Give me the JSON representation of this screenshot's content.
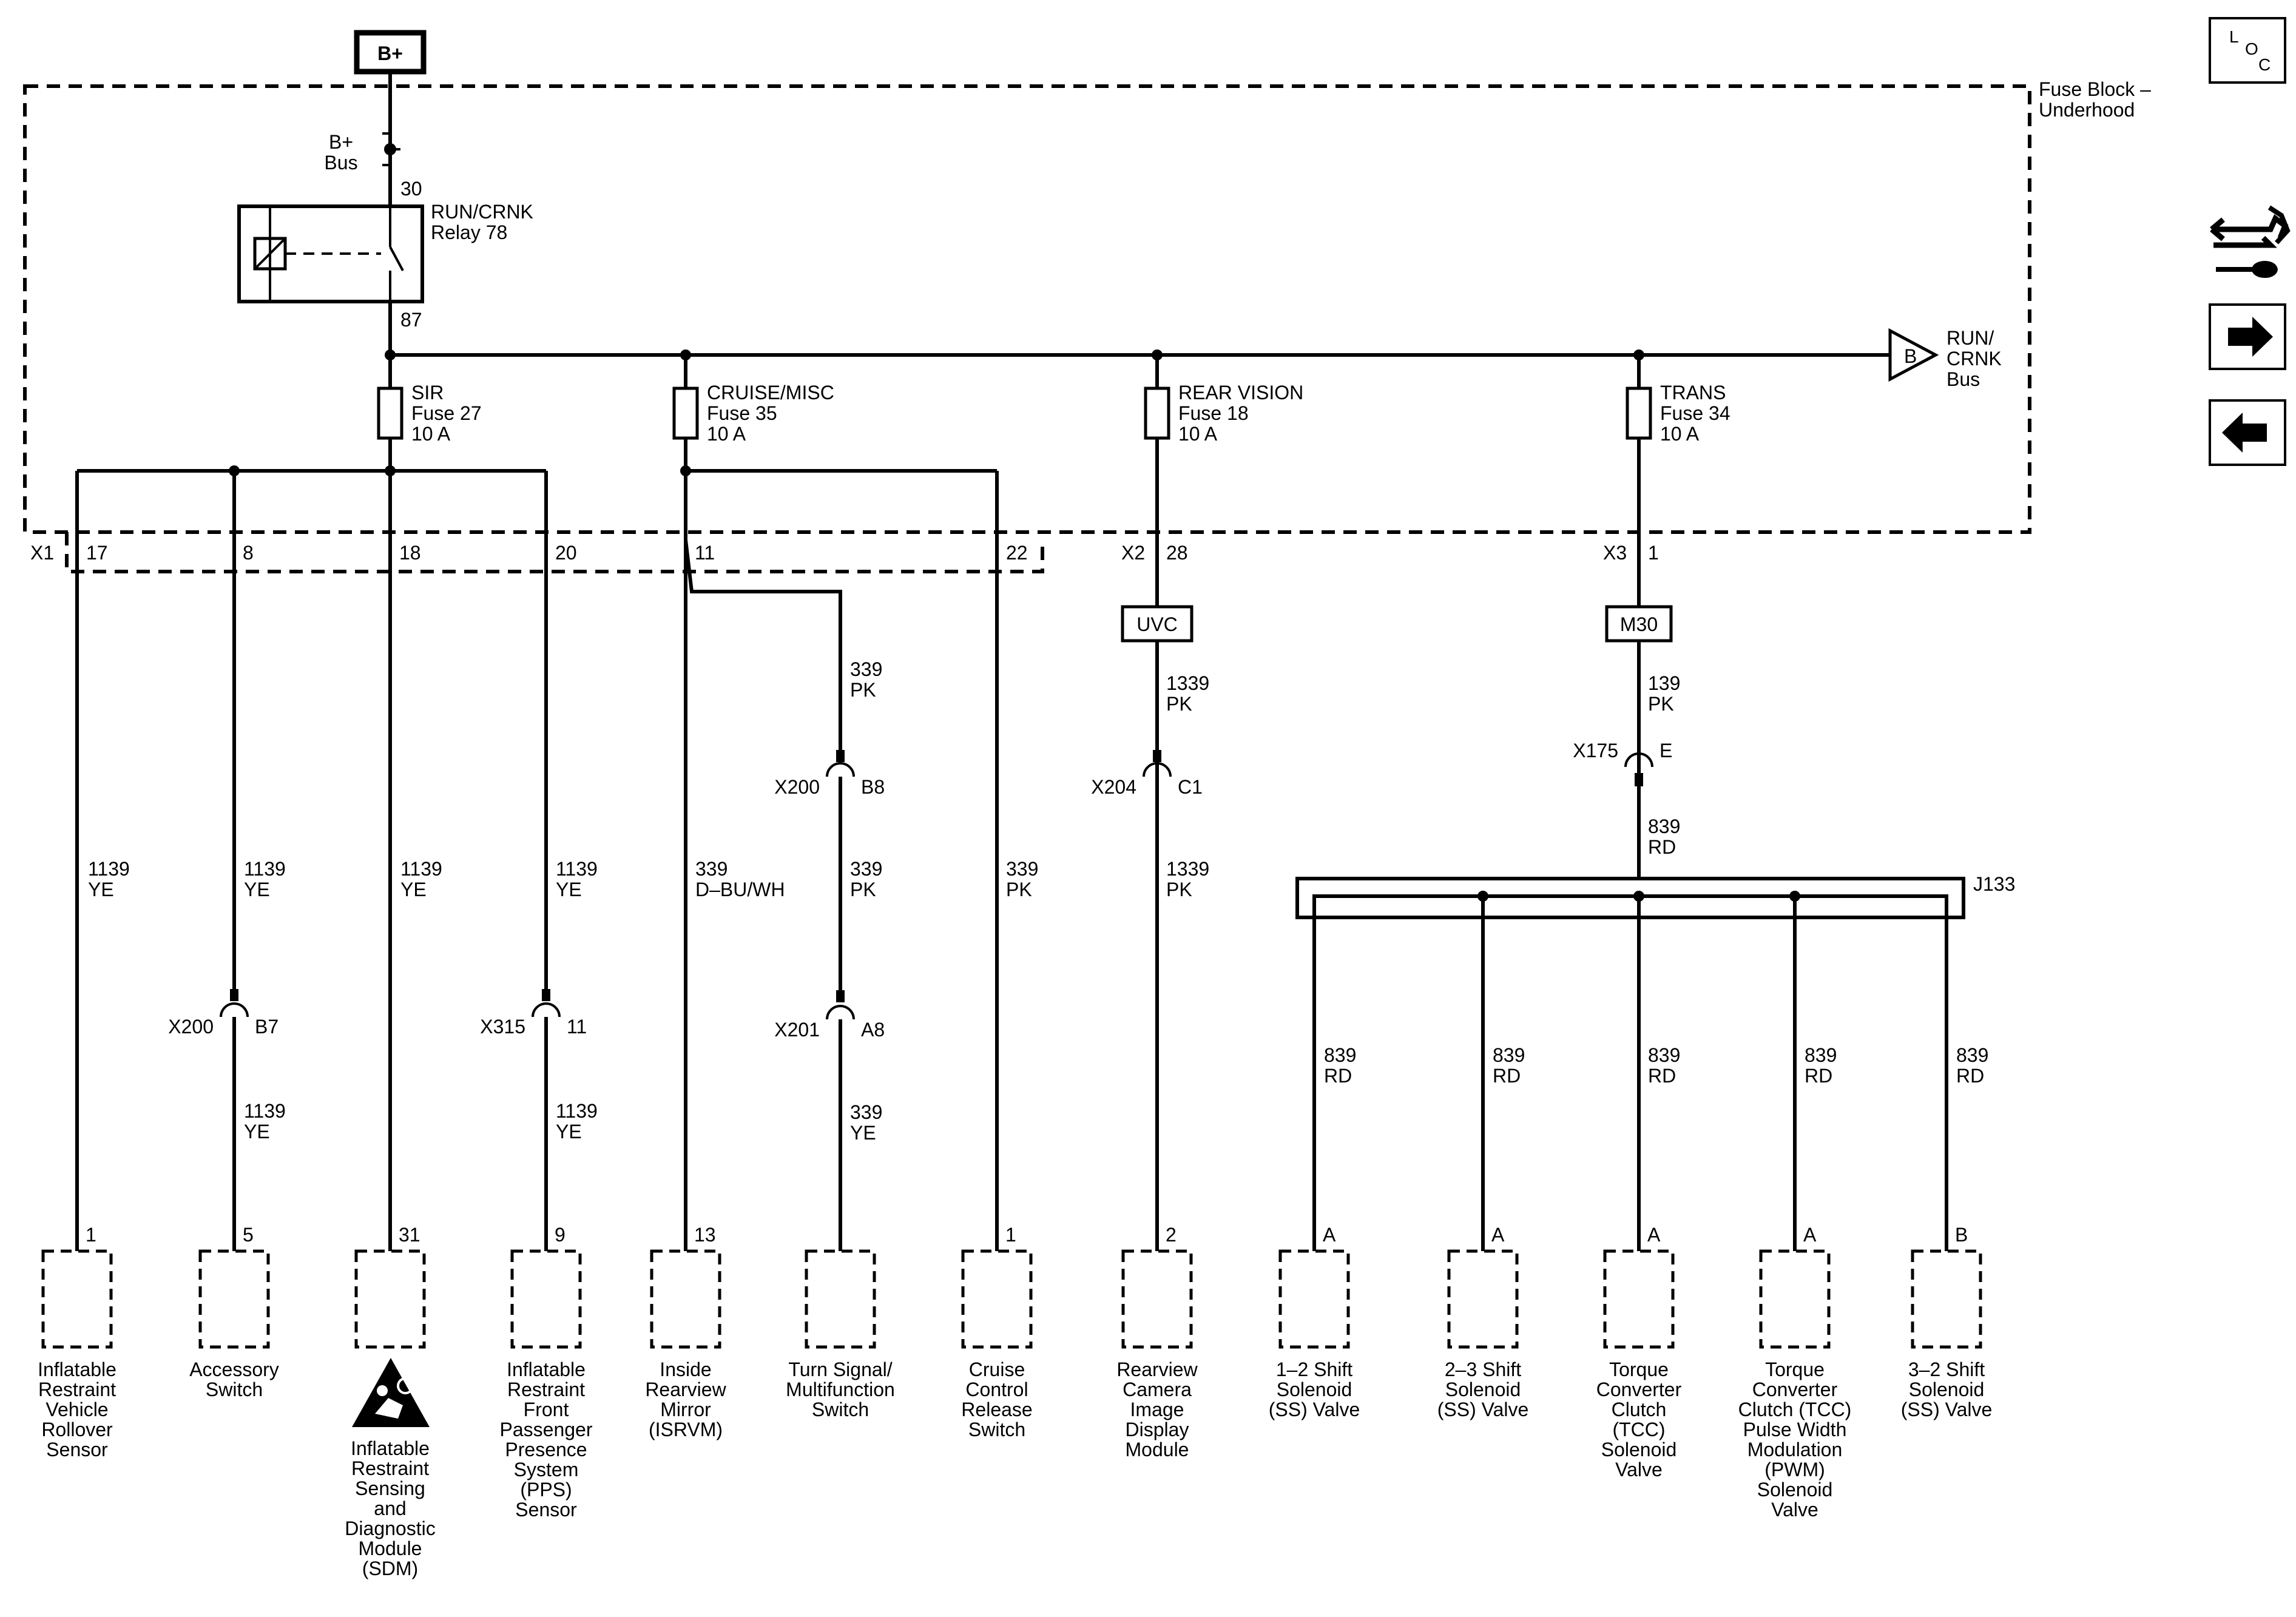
{
  "power": {
    "source": "B+",
    "bus": "B+\nBus"
  },
  "fuse_block": {
    "title": "Fuse Block –\nUnderhood"
  },
  "relay": {
    "label": "RUN/CRNK\nRelay 78",
    "pin_in": "30",
    "pin_out": "87"
  },
  "run_bus": {
    "symbol": "B",
    "label": "RUN/\nCRNK\nBus"
  },
  "fuses": [
    {
      "label": "SIR\nFuse 27\n10 A"
    },
    {
      "label": "CRUISE/MISC\nFuse 35\n10 A"
    },
    {
      "label": "REAR VISION\nFuse 18\n10 A"
    },
    {
      "label": "TRANS\nFuse 34\n10 A"
    }
  ],
  "connectors": {
    "x1": "X1",
    "x2": "X2",
    "x3": "X3",
    "uvc": "UVC",
    "m30": "M30",
    "j133": "J133",
    "x200a": "X200",
    "x200a_pin": "B7",
    "x315": "X315",
    "x315_pin": "11",
    "x200b": "X200",
    "x200b_pin": "B8",
    "x201": "X201",
    "x201_pin": "A8",
    "x204": "X204",
    "x204_pin": "C1",
    "x175": "X175",
    "x175_pin": "E"
  },
  "pins": {
    "x1_17": "17",
    "x1_8": "8",
    "x1_18": "18",
    "x1_20": "20",
    "x1_11": "11",
    "x1_22": "22",
    "x2_28": "28",
    "x3_1": "1"
  },
  "wires": {
    "w1": "1139\nYE",
    "w2a": "1139\nYE",
    "w2b": "1139\nYE",
    "w3": "1139\nYE",
    "w4a": "1139\nYE",
    "w4b": "1139\nYE",
    "w5": "339\nD–BU/WH",
    "w6a": "339\nPK",
    "w6b": "339\nPK",
    "w6c": "339\nYE",
    "w7": "339\nPK",
    "w8a": "1339\nPK",
    "w8b": "1339\nPK",
    "w9a": "139\nPK",
    "w9b": "839\nRD",
    "s1": "839\nRD",
    "s2": "839\nRD",
    "s3": "839\nRD",
    "s4": "839\nRD",
    "s5": "839\nRD"
  },
  "components": [
    {
      "pin": "1",
      "label": "Inflatable\nRestraint\nVehicle\nRollover\nSensor"
    },
    {
      "pin": "5",
      "label": "Accessory\nSwitch"
    },
    {
      "pin": "31",
      "label": "Inflatable\nRestraint\nSensing\nand\nDiagnostic\nModule\n(SDM)"
    },
    {
      "pin": "9",
      "label": "Inflatable\nRestraint\nFront\nPassenger\nPresence\nSystem\n(PPS)\nSensor"
    },
    {
      "pin": "13",
      "label": "Inside\nRearview\nMirror\n(ISRVM)"
    },
    {
      "pin": "",
      "label": "Turn Signal/\nMultifunction\nSwitch"
    },
    {
      "pin": "1",
      "label": "Cruise\nControl\nRelease\nSwitch"
    },
    {
      "pin": "2",
      "label": "Rearview\nCamera\nImage\nDisplay\nModule"
    },
    {
      "pin": "A",
      "label": "1–2 Shift\nSolenoid\n(SS) Valve"
    },
    {
      "pin": "A",
      "label": "2–3 Shift\nSolenoid\n(SS) Valve"
    },
    {
      "pin": "A",
      "label": "Torque\nConverter\nClutch\n(TCC)\nSolenoid\nValve"
    },
    {
      "pin": "A",
      "label": "Torque\nConverter\nClutch (TCC)\nPulse Width\nModulation\n(PWM)\nSolenoid\nValve"
    },
    {
      "pin": "B",
      "label": "3–2 Shift\nSolenoid\n(SS) Valve"
    }
  ],
  "nav": {
    "loc_l": "L",
    "loc_o": "O",
    "loc_c": "C"
  }
}
